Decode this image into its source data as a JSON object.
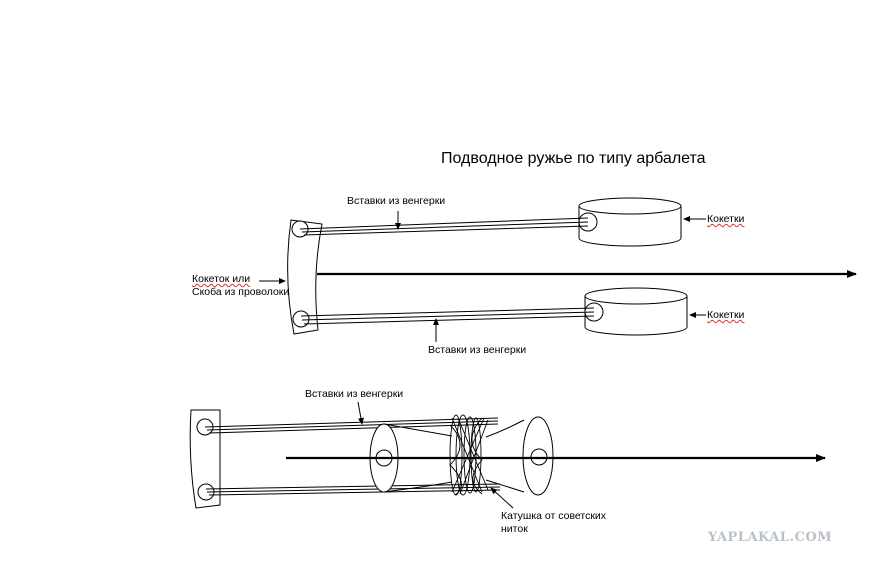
{
  "diagram": {
    "title": "Подводное ружье по типу арбалета",
    "top_view": {
      "label_inserts_top": "Вставки из венгерки",
      "label_inserts_bottom": "Вставки из венгерки",
      "label_kokerka_top": "Кокетки",
      "label_kokerka_bottom": "Кокетки",
      "label_bracket_line1": "Кокеток или",
      "label_bracket_line2": "Скоба из проволоки"
    },
    "bottom_view": {
      "label_inserts": "Вставки из венгерки",
      "label_spool_line1": "Катушка от советских",
      "label_spool_line2": "ниток"
    }
  },
  "watermark": "YAPLAKAL.COM"
}
